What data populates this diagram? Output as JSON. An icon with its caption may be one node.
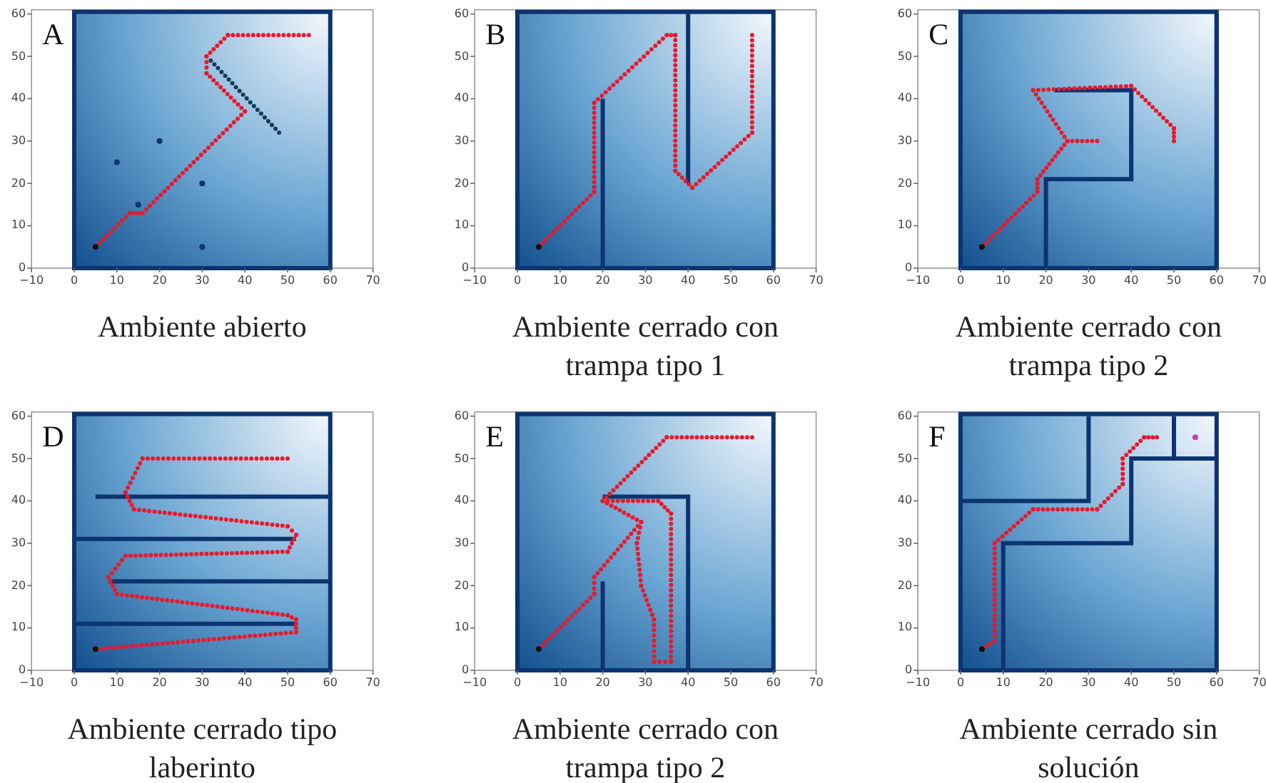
{
  "diagram": {
    "labels": [
      "A",
      "60",
      "50",
      "40",
      "30",
      "20",
      "10",
      "0",
      "−10",
      "0",
      "10",
      "20",
      "30",
      "40",
      "50",
      "60",
      "70",
      "Ambiente abierto",
      "B",
      "60",
      "50",
      "40",
      "30",
      "20",
      "10",
      "0",
      "−10",
      "0",
      "10",
      "20",
      "30",
      "40",
      "50",
      "60",
      "70",
      "Ambiente cerrado con trampa tipo 1",
      "C",
      "60",
      "50",
      "40",
      "30",
      "20",
      "10",
      "0",
      "−10",
      "0",
      "10",
      "20",
      "30",
      "40",
      "50",
      "60",
      "70",
      "Ambiente cerrado con trampa tipo 2",
      "D",
      "60",
      "50",
      "40",
      "30",
      "20",
      "10",
      "0",
      "−10",
      "0",
      "10",
      "20",
      "30",
      "40",
      "50",
      "60",
      "70",
      "Ambiente cerrado tipo laberinto",
      "E",
      "60",
      "50",
      "40",
      "30",
      "20",
      "10",
      "0",
      "−10",
      "0",
      "10",
      "20",
      "30",
      "40",
      "50",
      "60",
      "70",
      "Ambiente cerrado con trampa tipo 2",
      "F",
      "60",
      "50",
      "40",
      "30",
      "20",
      "10",
      "0",
      "−10",
      "0",
      "10",
      "20",
      "30",
      "40",
      "50",
      "60",
      "70",
      "Ambiente cerrado sin solución"
    ]
  }
}
